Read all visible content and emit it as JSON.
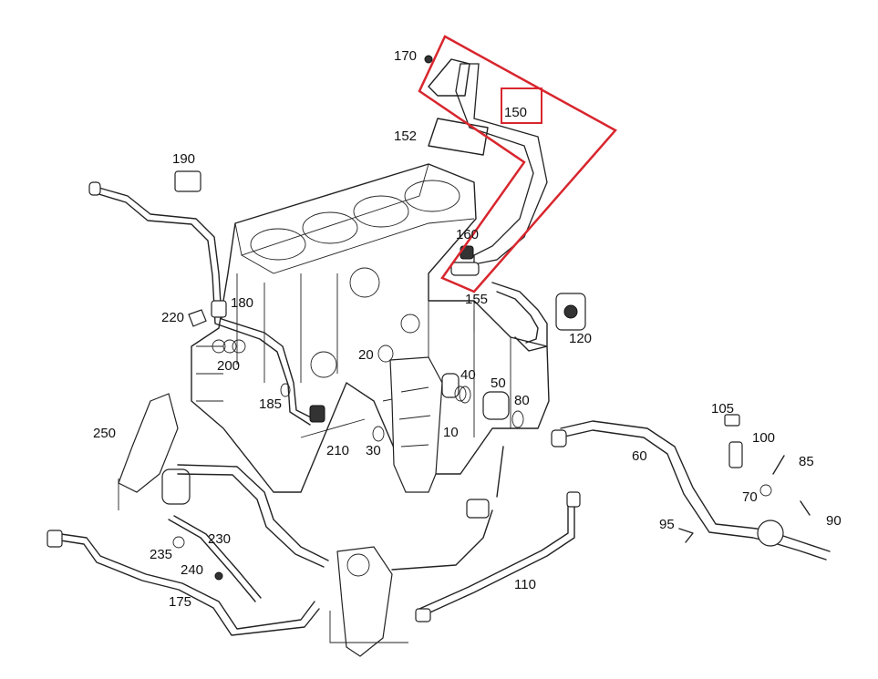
{
  "highlight": {
    "color": "#d8262e",
    "selected_label": "150"
  },
  "callouts": {
    "c170": "170",
    "c150": "150",
    "c152": "152",
    "c190": "190",
    "c160": "160",
    "c155": "155",
    "c220": "220",
    "c180": "180",
    "c120": "120",
    "c200": "200",
    "c20": "20",
    "c40": "40",
    "c50": "50",
    "c80": "80",
    "c185": "185",
    "c10": "10",
    "c210": "210",
    "c30": "30",
    "c250": "250",
    "c105": "105",
    "c100": "100",
    "c60": "60",
    "c85": "85",
    "c70": "70",
    "c90": "90",
    "c95": "95",
    "c230": "230",
    "c235": "235",
    "c240": "240",
    "c175": "175",
    "c110": "110"
  }
}
